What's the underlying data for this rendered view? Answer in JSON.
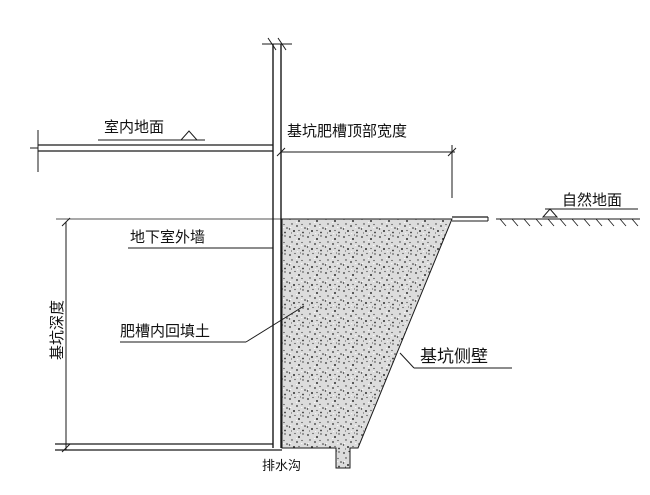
{
  "labels": {
    "indoor_floor": "室内地面",
    "pit_top_width": "基坑肥槽顶部宽度",
    "natural_ground": "自然地面",
    "basement_wall": "地下室外墙",
    "backfill": "肥槽内回填土",
    "pit_side_wall": "基坑侧壁",
    "pit_depth": "基坑深度",
    "drain_ditch": "排水沟"
  },
  "colors": {
    "line": "#1a1a1a",
    "backfill_fill": "#d9d9d9",
    "backfill_speckle": "#3a3a3a"
  }
}
